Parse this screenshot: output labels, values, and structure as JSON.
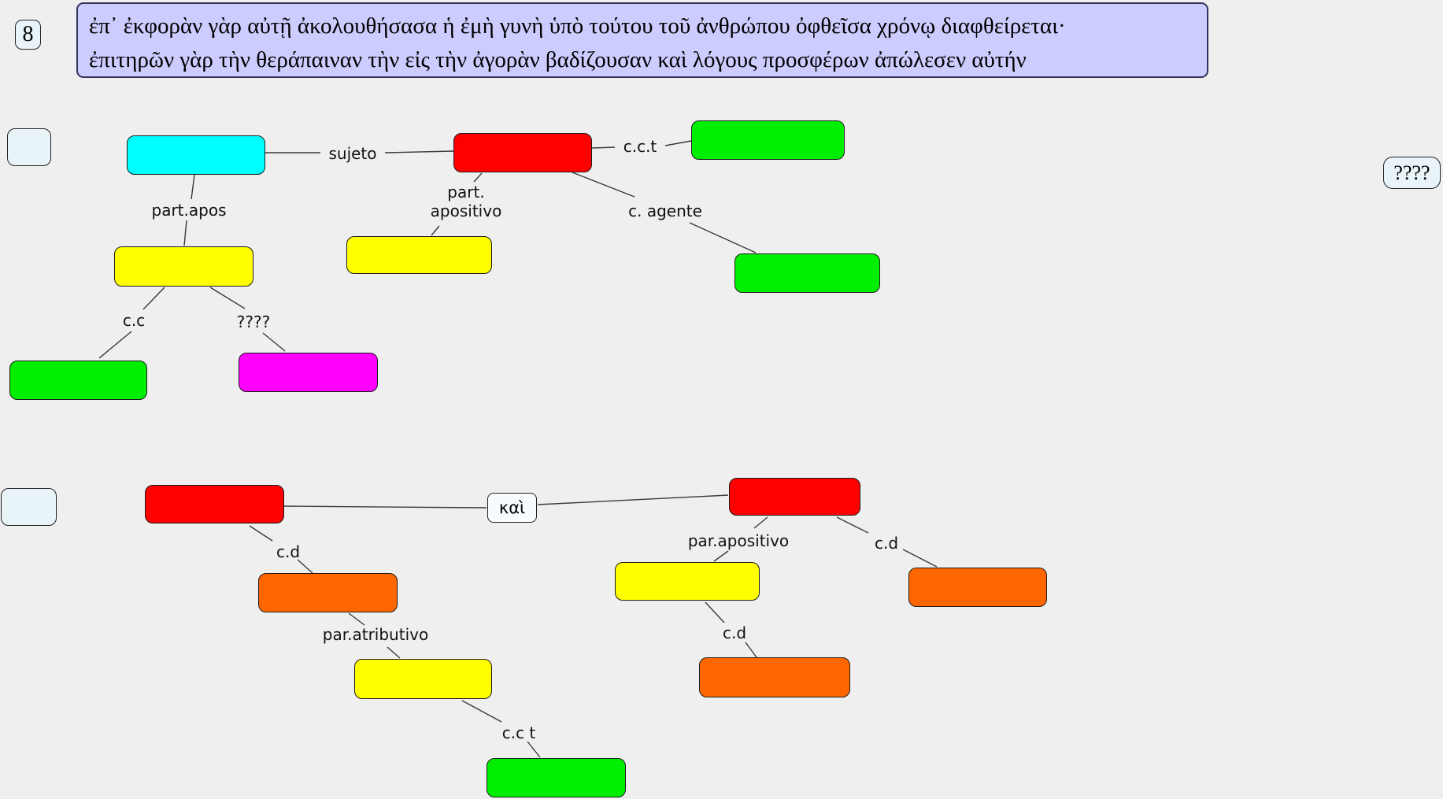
{
  "palette": {
    "background": "#EFEFEF",
    "cyan": "#00FFFF",
    "red": "#FF0000",
    "green": "#00EE00",
    "yellow": "#FFFF00",
    "magenta": "#FF00FF",
    "orange": "#FF6600",
    "sentence_bg": "#CCCCFF",
    "sentence_border": "#33335A",
    "slot_bg": "#E9F4F8"
  },
  "header": {
    "number": "8",
    "sentence_line1": "ἐπ᾽ ἐκφορὰν γὰρ αὐτῇ ἀκολουθήσασα ἡ ἐμὴ γυνὴ ὑπὸ τούτου τοῦ ἀνθρώπου ὀφθεῖσα χρόνῳ διαφθείρεται·",
    "sentence_line2": "ἐπιτηρῶν γὰρ τὴν θεράπαιναν τὴν εἰς τὴν ἀγορὰν βαδίζουσαν καὶ λόγους προσφέρων ἀπώλεσεν αὐτήν"
  },
  "unknown_badge": "????",
  "tree1": {
    "labels": {
      "sujeto": "sujeto",
      "cct": "c.c.t",
      "part_apos": "part.apos",
      "part_apositivo_line1": "part.",
      "part_apositivo_line2": "apositivo",
      "c_agente": "c. agente",
      "cc": "c.c",
      "unknown": "????"
    }
  },
  "tree2": {
    "labels": {
      "kai": "καὶ",
      "cd_left": "c.d",
      "par_atributivo": "par.atributivo",
      "cc_t": "c.c t",
      "par_apositivo": "par.apositivo",
      "cd_mid": "c.d",
      "cd_right": "c.d"
    }
  }
}
